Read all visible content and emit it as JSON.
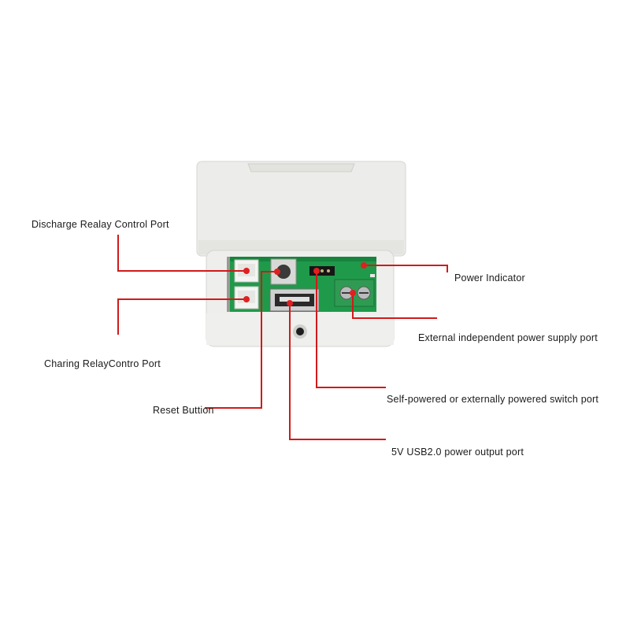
{
  "labels": {
    "discharge_relay_port": "Discharge Realay Control Port",
    "charging_relay_port": "Charing RelayContro Port",
    "reset_button": "Reset Buttion",
    "power_indicator": "Power Indicator",
    "external_power_port": "External independent power supply port",
    "power_switch_port": "Self-powered or externally powered switch port",
    "usb_output_port": "5V USB2.0 power output port"
  },
  "colors": {
    "callout_line": "#d11a1a",
    "callout_dot": "#e02020",
    "enclosure": "#ececea",
    "pcb": "#1f9a4a",
    "terminal_block": "#2f9b52"
  }
}
